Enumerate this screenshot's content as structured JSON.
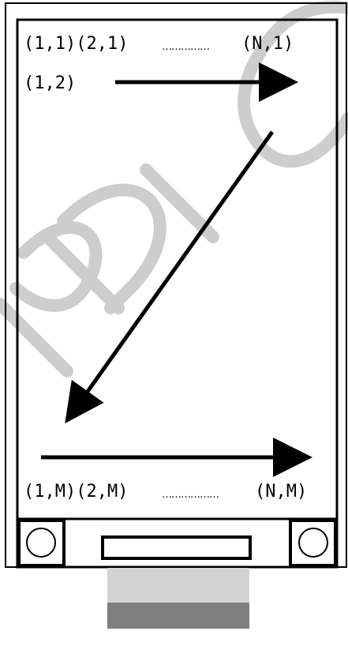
{
  "labels": {
    "row_first_start": "(1,1)(2,1)",
    "row_first_end": "(N,1)",
    "row_second_start": "(1,2)",
    "row_last_start": "(1,M)(2,M)",
    "row_last_end": "(N,M)",
    "ellipsis_top": "……………",
    "ellipsis_bottom": "………………"
  },
  "watermark": {
    "text": "PDI C",
    "color": "#c8c8c8"
  },
  "colors": {
    "outline": "#000000",
    "cable_light": "#d3d3d3",
    "cable_dark": "#7f7f7f"
  }
}
